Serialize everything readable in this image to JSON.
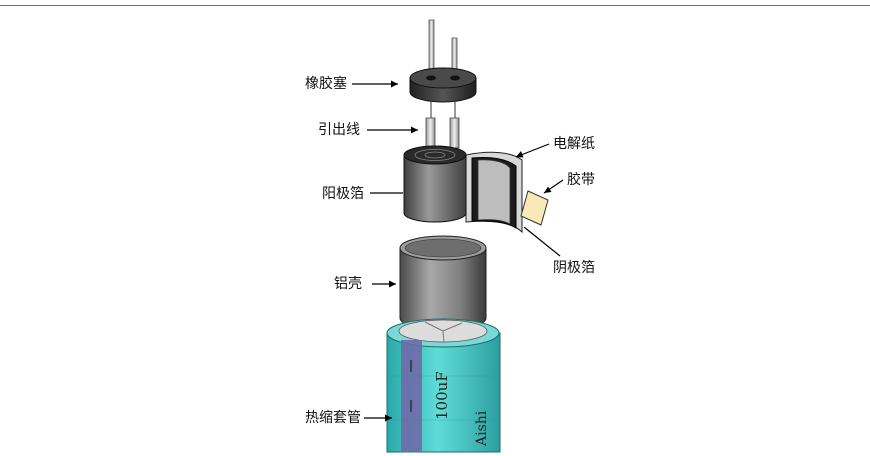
{
  "labels": {
    "rubber_plug": "橡胶塞",
    "lead_wire": "引出线",
    "anode_foil": "阳极箔",
    "electrolytic_paper": "电解纸",
    "tape": "胶带",
    "cathode_foil": "阴极箔",
    "aluminum_shell": "铝壳",
    "heat_shrink_sleeve": "热缩套管"
  },
  "sleeve_print": {
    "capacitance": "100uF",
    "brand": "Aishi"
  },
  "colors": {
    "rule": "#c0504d",
    "sleeve": "#3fc8c6",
    "sleeve_stripe": "#6f6aa8",
    "shell": "#7a7a7a",
    "plug": "#333333"
  }
}
